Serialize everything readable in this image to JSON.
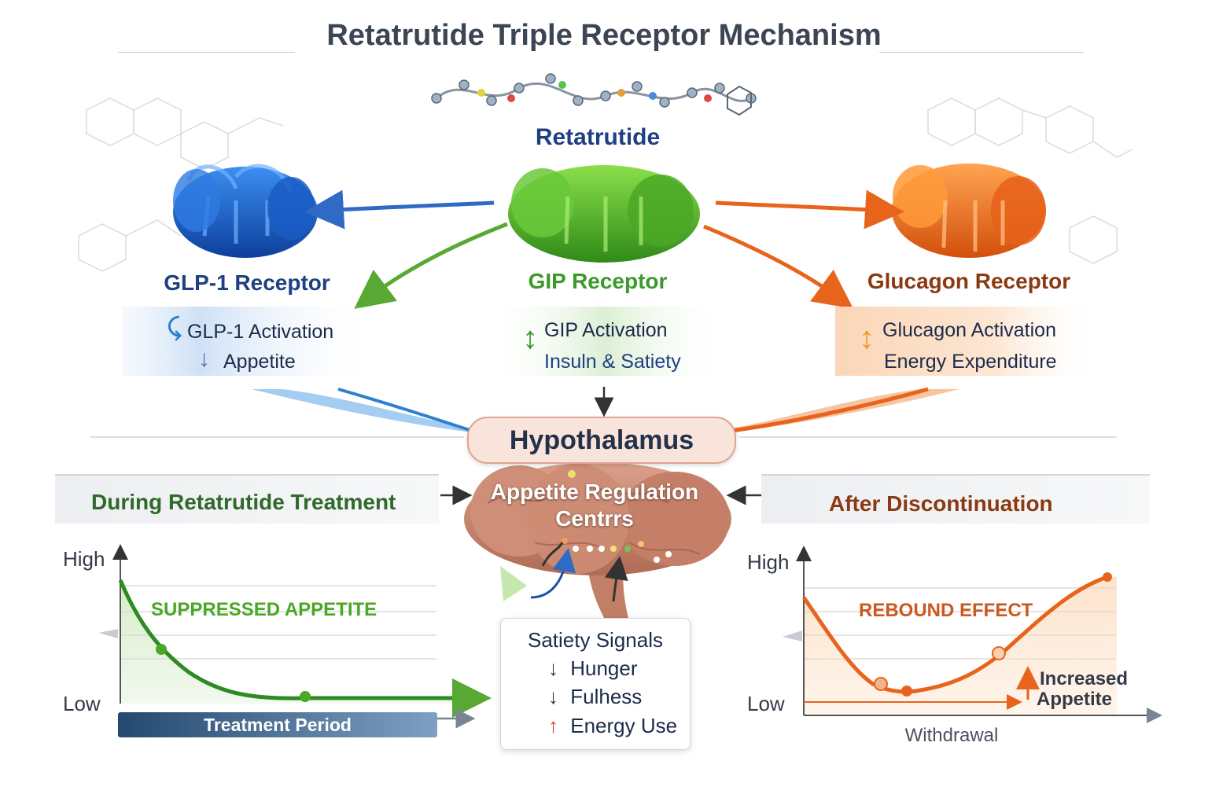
{
  "title": "Retatrutide Triple Receptor Mechanism",
  "drug_label": "Retatrutide",
  "receptors": [
    {
      "label": "GLP-1 Receptor",
      "color": "#1e4fa8"
    },
    {
      "label": "GIP Receptor",
      "color": "#3a9a2a"
    },
    {
      "label": "Glucagon Receptor",
      "color": "#8a3a12"
    }
  ],
  "activation": {
    "glp1": {
      "line1": "GLP-1 Activation",
      "line2": "Appetite"
    },
    "gip": {
      "line1": "GIP Activation",
      "line2": "Insuln & Satiety"
    },
    "glucagon": {
      "line1": "Glucagon Activation",
      "line2": "Energy Expenditure"
    }
  },
  "hypothalamus": "Hypothalamus",
  "brain_label": {
    "line1": "Appetite Regulation",
    "line2": "Centrrs"
  },
  "left_panel": {
    "heading": "During Retatrutide Treatment",
    "y_high": "High",
    "y_low": "Low",
    "curve_label": "SUPPRESSED APPETITE",
    "x_label": "Treatment Period"
  },
  "right_panel": {
    "heading": "After Discontinuation",
    "y_high": "High",
    "y_low": "Low",
    "curve_label": "REBOUND EFFECT",
    "annotation_line1": "Increased",
    "annotation_line2": "Appetite",
    "x_label": "Withdrawal"
  },
  "satiety": {
    "title": "Satiety Signals",
    "items": [
      {
        "label": "Hunger",
        "icon": "blue-up-arrow",
        "trend": "↓"
      },
      {
        "label": "Fulhess",
        "icon": "green-up-arrow",
        "trend": "↓"
      },
      {
        "label": "Energy Use",
        "icon": "orange-up-arrow",
        "trend": "↑"
      }
    ]
  },
  "colors": {
    "glp1": "#1e5fc0",
    "gip": "#4caf2a",
    "glucagon": "#ee6a1a",
    "brain": "#c98a72"
  }
}
